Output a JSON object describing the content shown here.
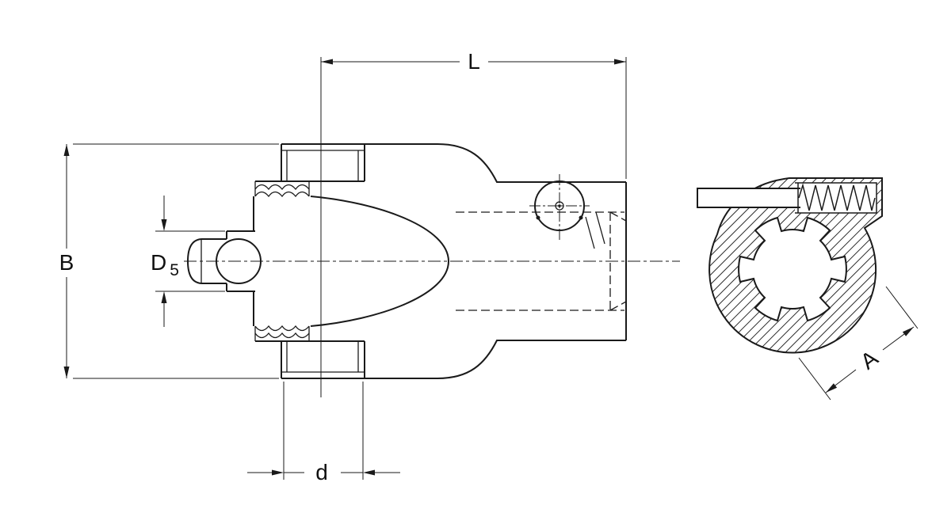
{
  "colors": {
    "line": "#1a1a1a",
    "background": "#ffffff"
  },
  "labels": {
    "length": "L",
    "overall_width": "B",
    "pin_diameter_base": "D",
    "pin_diameter_subscript": "5",
    "ear_width": "d",
    "spline_bore": "A"
  }
}
